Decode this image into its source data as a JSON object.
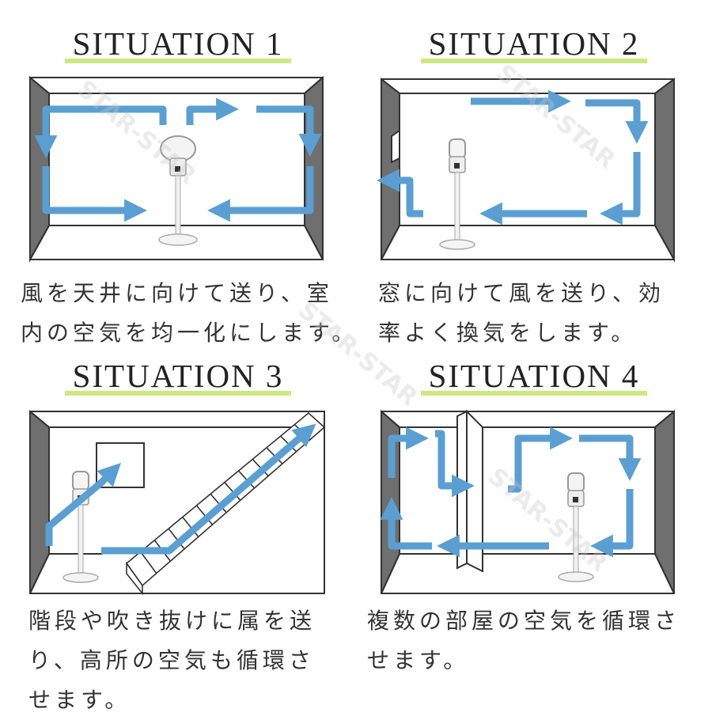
{
  "watermark": "STAR-STAR",
  "colors": {
    "arrow": "#5b9fd2",
    "wall": "#555555",
    "title_highlight": "#cde87f"
  },
  "situations": [
    {
      "title": "SITUATION 1",
      "caption_lines": [
        "風を天井に向けて送り、室",
        "内の空気を均一化にします。"
      ]
    },
    {
      "title": "SITUATION 2",
      "caption_lines": [
        "窓に向けて風を送り、効",
        "率よく換気をします。"
      ]
    },
    {
      "title": "SITUATION 3",
      "caption_lines": [
        "階段や吹き抜けに属を送",
        "り、高所の空気も循環さ",
        "せます。"
      ]
    },
    {
      "title": "SITUATION 4",
      "caption_lines": [
        "複数の部屋の空気を循環さ",
        "せます。"
      ]
    }
  ]
}
